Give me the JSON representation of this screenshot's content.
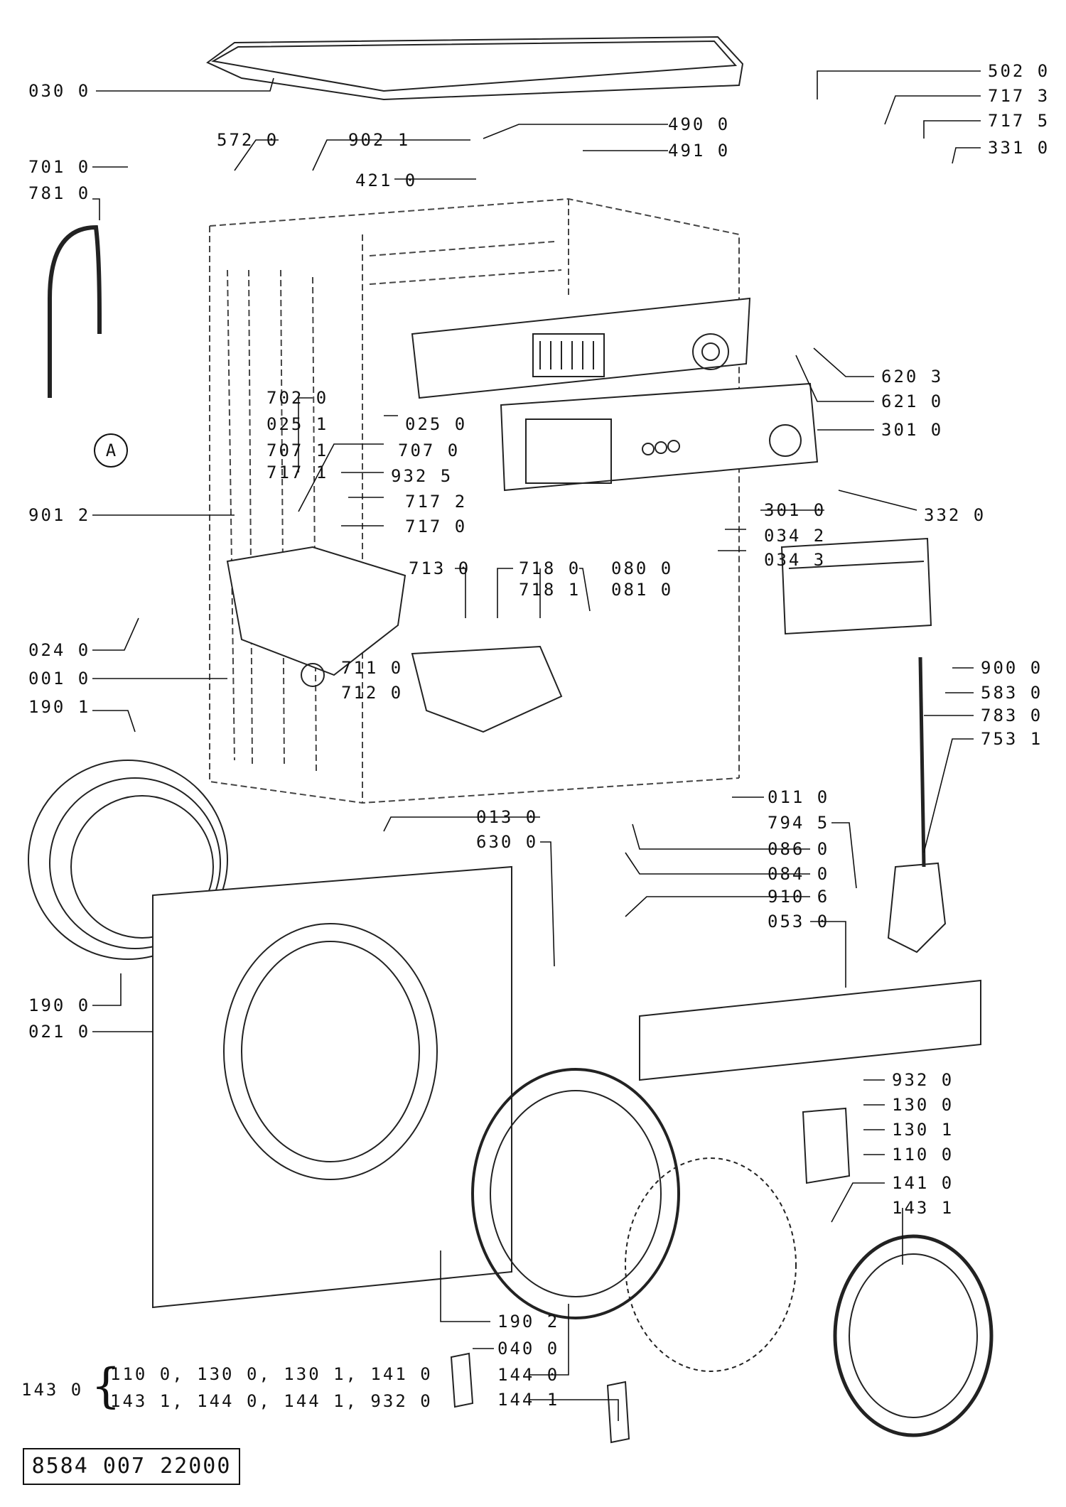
{
  "diagram": {
    "doc_number": "8584 007 22000",
    "connector_marker": "A",
    "labels": [
      {
        "id": "030-0",
        "text": "030 0"
      },
      {
        "id": "701-0",
        "text": "701 0"
      },
      {
        "id": "781-0",
        "text": "781 0"
      },
      {
        "id": "572-0",
        "text": "572 0"
      },
      {
        "id": "902-1",
        "text": "902 1"
      },
      {
        "id": "421-0",
        "text": "421 0"
      },
      {
        "id": "490-0",
        "text": "490 0"
      },
      {
        "id": "491-0",
        "text": "491 0"
      },
      {
        "id": "502-0",
        "text": "502 0"
      },
      {
        "id": "717-3",
        "text": "717 3"
      },
      {
        "id": "717-5",
        "text": "717 5"
      },
      {
        "id": "331-0",
        "text": "331 0"
      },
      {
        "id": "620-3",
        "text": "620 3"
      },
      {
        "id": "621-0",
        "text": "621 0"
      },
      {
        "id": "301-0-a",
        "text": "301 0"
      },
      {
        "id": "702-0",
        "text": "702 0"
      },
      {
        "id": "025-1",
        "text": "025 1"
      },
      {
        "id": "025-0",
        "text": "025 0"
      },
      {
        "id": "707-1",
        "text": "707 1"
      },
      {
        "id": "707-0",
        "text": "707 0"
      },
      {
        "id": "717-1",
        "text": "717 1"
      },
      {
        "id": "932-5",
        "text": "932 5"
      },
      {
        "id": "901-2",
        "text": "901 2"
      },
      {
        "id": "717-2",
        "text": "717 2"
      },
      {
        "id": "717-0",
        "text": "717 0"
      },
      {
        "id": "301-0-b",
        "text": "301 0"
      },
      {
        "id": "332-0",
        "text": "332 0"
      },
      {
        "id": "034-2",
        "text": "034 2"
      },
      {
        "id": "034-3",
        "text": "034 3"
      },
      {
        "id": "713-0",
        "text": "713 0"
      },
      {
        "id": "718-0",
        "text": "718 0"
      },
      {
        "id": "718-1",
        "text": "718 1"
      },
      {
        "id": "080-0",
        "text": "080 0"
      },
      {
        "id": "081-0",
        "text": "081 0"
      },
      {
        "id": "024-0",
        "text": "024 0"
      },
      {
        "id": "001-0",
        "text": "001 0"
      },
      {
        "id": "711-0",
        "text": "711 0"
      },
      {
        "id": "712-0",
        "text": "712 0"
      },
      {
        "id": "900-0",
        "text": "900 0"
      },
      {
        "id": "583-0",
        "text": "583 0"
      },
      {
        "id": "190-1",
        "text": "190 1"
      },
      {
        "id": "783-0",
        "text": "783 0"
      },
      {
        "id": "753-1",
        "text": "753 1"
      },
      {
        "id": "011-0",
        "text": "011 0"
      },
      {
        "id": "013-0",
        "text": "013 0"
      },
      {
        "id": "630-0",
        "text": "630 0"
      },
      {
        "id": "794-5",
        "text": "794 5"
      },
      {
        "id": "086-0",
        "text": "086 0"
      },
      {
        "id": "084-0",
        "text": "084 0"
      },
      {
        "id": "910-6",
        "text": "910 6"
      },
      {
        "id": "053-0",
        "text": "053 0"
      },
      {
        "id": "190-0",
        "text": "190 0"
      },
      {
        "id": "021-0",
        "text": "021 0"
      },
      {
        "id": "932-0",
        "text": "932 0"
      },
      {
        "id": "130-0",
        "text": "130 0"
      },
      {
        "id": "130-1",
        "text": "130 1"
      },
      {
        "id": "110-0",
        "text": "110 0"
      },
      {
        "id": "141-0",
        "text": "141 0"
      },
      {
        "id": "143-1",
        "text": "143 1"
      },
      {
        "id": "190-2",
        "text": "190 2"
      },
      {
        "id": "040-0",
        "text": "040 0"
      },
      {
        "id": "144-0",
        "text": "144 0"
      },
      {
        "id": "144-1",
        "text": "144 1"
      }
    ],
    "group": {
      "code": "143 0",
      "line1": "110 0, 130 0, 130 1, 141 0",
      "line2": "143 1, 144 0, 144 1, 932 0"
    }
  }
}
